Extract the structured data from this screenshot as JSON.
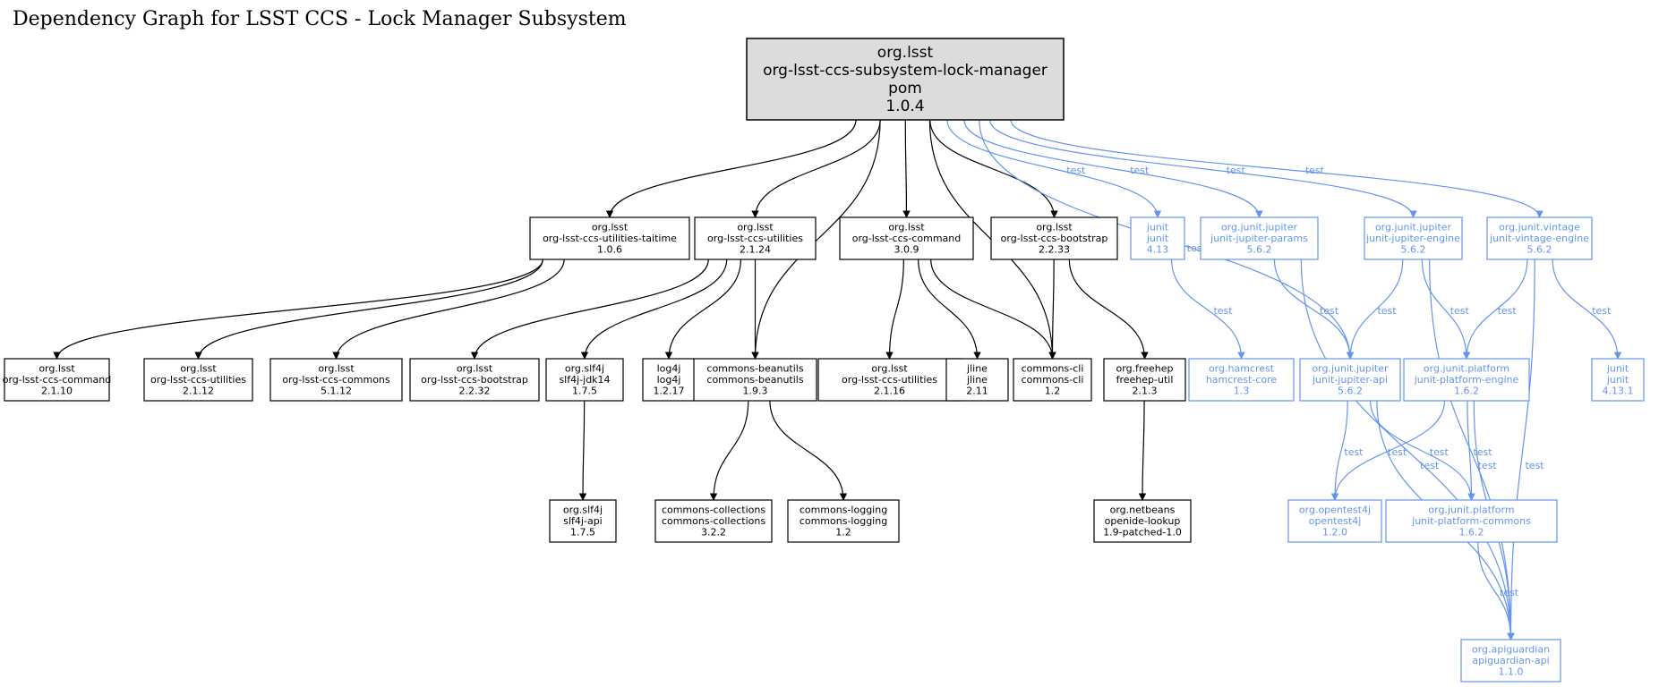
{
  "title": "Dependency Graph for LSST CCS - Lock Manager Subsystem",
  "colors": {
    "compile": "#000000",
    "test": "#6495ED",
    "root_fill": "#DCDCDC"
  },
  "nodes": [
    {
      "id": "root",
      "lines": [
        "org.lsst",
        "org-lsst-ccs-subsystem-lock-manager",
        "pom",
        "1.0.4"
      ],
      "scope": "root"
    },
    {
      "id": "utt",
      "lines": [
        "org.lsst",
        "org-lsst-ccs-utilities-taitime",
        "1.0.6"
      ],
      "scope": "compile"
    },
    {
      "id": "ut",
      "lines": [
        "org.lsst",
        "org-lsst-ccs-utilities",
        "2.1.24"
      ],
      "scope": "compile"
    },
    {
      "id": "cmd",
      "lines": [
        "org.lsst",
        "org-lsst-ccs-command",
        "3.0.9"
      ],
      "scope": "compile"
    },
    {
      "id": "boot",
      "lines": [
        "org.lsst",
        "org-lsst-ccs-bootstrap",
        "2.2.33"
      ],
      "scope": "compile"
    },
    {
      "id": "junit",
      "lines": [
        "junit",
        "junit",
        "4.13"
      ],
      "scope": "test"
    },
    {
      "id": "params",
      "lines": [
        "org.junit.jupiter",
        "junit-jupiter-params",
        "5.6.2"
      ],
      "scope": "test"
    },
    {
      "id": "jengine",
      "lines": [
        "org.junit.jupiter",
        "junit-jupiter-engine",
        "5.6.2"
      ],
      "scope": "test"
    },
    {
      "id": "vintage",
      "lines": [
        "org.junit.vintage",
        "junit-vintage-engine",
        "5.6.2"
      ],
      "scope": "test"
    },
    {
      "id": "cmd2",
      "lines": [
        "org.lsst",
        "org-lsst-ccs-command",
        "2.1.10"
      ],
      "scope": "compile"
    },
    {
      "id": "ut2",
      "lines": [
        "org.lsst",
        "org-lsst-ccs-utilities",
        "2.1.12"
      ],
      "scope": "compile"
    },
    {
      "id": "commons",
      "lines": [
        "org.lsst",
        "org-lsst-ccs-commons",
        "5.1.12"
      ],
      "scope": "compile"
    },
    {
      "id": "boot2",
      "lines": [
        "org.lsst",
        "org-lsst-ccs-bootstrap",
        "2.2.32"
      ],
      "scope": "compile"
    },
    {
      "id": "slf4jjdk",
      "lines": [
        "org.slf4j",
        "slf4j-jdk14",
        "1.7.5"
      ],
      "scope": "compile"
    },
    {
      "id": "log4j",
      "lines": [
        "log4j",
        "log4j",
        "1.2.17"
      ],
      "scope": "compile"
    },
    {
      "id": "beanutils",
      "lines": [
        "commons-beanutils",
        "commons-beanutils",
        "1.9.3"
      ],
      "scope": "compile"
    },
    {
      "id": "ut3",
      "lines": [
        "org.lsst",
        "org-lsst-ccs-utilities",
        "2.1.16"
      ],
      "scope": "compile"
    },
    {
      "id": "jline",
      "lines": [
        "jline",
        "jline",
        "2.11"
      ],
      "scope": "compile"
    },
    {
      "id": "cli",
      "lines": [
        "commons-cli",
        "commons-cli",
        "1.2"
      ],
      "scope": "compile"
    },
    {
      "id": "freehep",
      "lines": [
        "org.freehep",
        "freehep-util",
        "2.1.3"
      ],
      "scope": "compile"
    },
    {
      "id": "hamcrest",
      "lines": [
        "org.hamcrest",
        "hamcrest-core",
        "1.3"
      ],
      "scope": "test"
    },
    {
      "id": "japi",
      "lines": [
        "org.junit.jupiter",
        "junit-jupiter-api",
        "5.6.2"
      ],
      "scope": "test"
    },
    {
      "id": "pengine",
      "lines": [
        "org.junit.platform",
        "junit-platform-engine",
        "1.6.2"
      ],
      "scope": "test"
    },
    {
      "id": "junit2",
      "lines": [
        "junit",
        "junit",
        "4.13.1"
      ],
      "scope": "test"
    },
    {
      "id": "slf4japi",
      "lines": [
        "org.slf4j",
        "slf4j-api",
        "1.7.5"
      ],
      "scope": "compile"
    },
    {
      "id": "collections",
      "lines": [
        "commons-collections",
        "commons-collections",
        "3.2.2"
      ],
      "scope": "compile"
    },
    {
      "id": "logging",
      "lines": [
        "commons-logging",
        "commons-logging",
        "1.2"
      ],
      "scope": "compile"
    },
    {
      "id": "openide",
      "lines": [
        "org.netbeans",
        "openide-lookup",
        "1.9-patched-1.0"
      ],
      "scope": "compile"
    },
    {
      "id": "opentest",
      "lines": [
        "org.opentest4j",
        "opentest4j",
        "1.2.0"
      ],
      "scope": "test"
    },
    {
      "id": "pcommons",
      "lines": [
        "org.junit.platform",
        "junit-platform-commons",
        "1.6.2"
      ],
      "scope": "test"
    },
    {
      "id": "apiguardian",
      "lines": [
        "org.apiguardian",
        "apiguardian-api",
        "1.1.0"
      ],
      "scope": "test"
    }
  ],
  "edges": [
    {
      "from": "root",
      "to": "utt",
      "scope": "compile",
      "label": ""
    },
    {
      "from": "root",
      "to": "ut",
      "scope": "compile",
      "label": ""
    },
    {
      "from": "root",
      "to": "beanutils",
      "scope": "compile",
      "label": ""
    },
    {
      "from": "root",
      "to": "cmd",
      "scope": "compile",
      "label": ""
    },
    {
      "from": "root",
      "to": "cli",
      "scope": "compile",
      "label": ""
    },
    {
      "from": "root",
      "to": "boot",
      "scope": "compile",
      "label": ""
    },
    {
      "from": "root",
      "to": "junit",
      "scope": "test",
      "label": "test"
    },
    {
      "from": "root",
      "to": "params",
      "scope": "test",
      "label": "test"
    },
    {
      "from": "root",
      "to": "japi",
      "scope": "test",
      "label": "test"
    },
    {
      "from": "root",
      "to": "jengine",
      "scope": "test",
      "label": "test"
    },
    {
      "from": "root",
      "to": "vintage",
      "scope": "test",
      "label": "test"
    },
    {
      "from": "utt",
      "to": "cmd2",
      "scope": "compile",
      "label": ""
    },
    {
      "from": "utt",
      "to": "ut2",
      "scope": "compile",
      "label": ""
    },
    {
      "from": "utt",
      "to": "commons",
      "scope": "compile",
      "label": ""
    },
    {
      "from": "ut",
      "to": "boot2",
      "scope": "compile",
      "label": ""
    },
    {
      "from": "ut",
      "to": "slf4jjdk",
      "scope": "compile",
      "label": ""
    },
    {
      "from": "ut",
      "to": "log4j",
      "scope": "compile",
      "label": ""
    },
    {
      "from": "ut",
      "to": "beanutils",
      "scope": "compile",
      "label": ""
    },
    {
      "from": "cmd",
      "to": "ut3",
      "scope": "compile",
      "label": ""
    },
    {
      "from": "cmd",
      "to": "jline",
      "scope": "compile",
      "label": ""
    },
    {
      "from": "cmd",
      "to": "cli",
      "scope": "compile",
      "label": ""
    },
    {
      "from": "boot",
      "to": "cli",
      "scope": "compile",
      "label": ""
    },
    {
      "from": "boot",
      "to": "freehep",
      "scope": "compile",
      "label": ""
    },
    {
      "from": "junit",
      "to": "hamcrest",
      "scope": "test",
      "label": "test"
    },
    {
      "from": "params",
      "to": "japi",
      "scope": "test",
      "label": "test"
    },
    {
      "from": "params",
      "to": "apiguardian",
      "scope": "test",
      "label": "test"
    },
    {
      "from": "jengine",
      "to": "japi",
      "scope": "test",
      "label": "test"
    },
    {
      "from": "jengine",
      "to": "pengine",
      "scope": "test",
      "label": "test"
    },
    {
      "from": "jengine",
      "to": "apiguardian",
      "scope": "test",
      "label": "test"
    },
    {
      "from": "vintage",
      "to": "pengine",
      "scope": "test",
      "label": "test"
    },
    {
      "from": "vintage",
      "to": "junit2",
      "scope": "test",
      "label": "test"
    },
    {
      "from": "vintage",
      "to": "apiguardian",
      "scope": "test",
      "label": "test"
    },
    {
      "from": "slf4jjdk",
      "to": "slf4japi",
      "scope": "compile",
      "label": ""
    },
    {
      "from": "beanutils",
      "to": "collections",
      "scope": "compile",
      "label": ""
    },
    {
      "from": "beanutils",
      "to": "logging",
      "scope": "compile",
      "label": ""
    },
    {
      "from": "freehep",
      "to": "openide",
      "scope": "compile",
      "label": ""
    },
    {
      "from": "japi",
      "to": "opentest",
      "scope": "test",
      "label": "test"
    },
    {
      "from": "japi",
      "to": "pcommons",
      "scope": "test",
      "label": "test"
    },
    {
      "from": "japi",
      "to": "apiguardian",
      "scope": "test",
      "label": "test"
    },
    {
      "from": "pengine",
      "to": "opentest",
      "scope": "test",
      "label": "test"
    },
    {
      "from": "pengine",
      "to": "pcommons",
      "scope": "test",
      "label": "test"
    },
    {
      "from": "pengine",
      "to": "apiguardian",
      "scope": "test",
      "label": "test"
    },
    {
      "from": "pcommons",
      "to": "apiguardian",
      "scope": "test",
      "label": "test"
    }
  ]
}
